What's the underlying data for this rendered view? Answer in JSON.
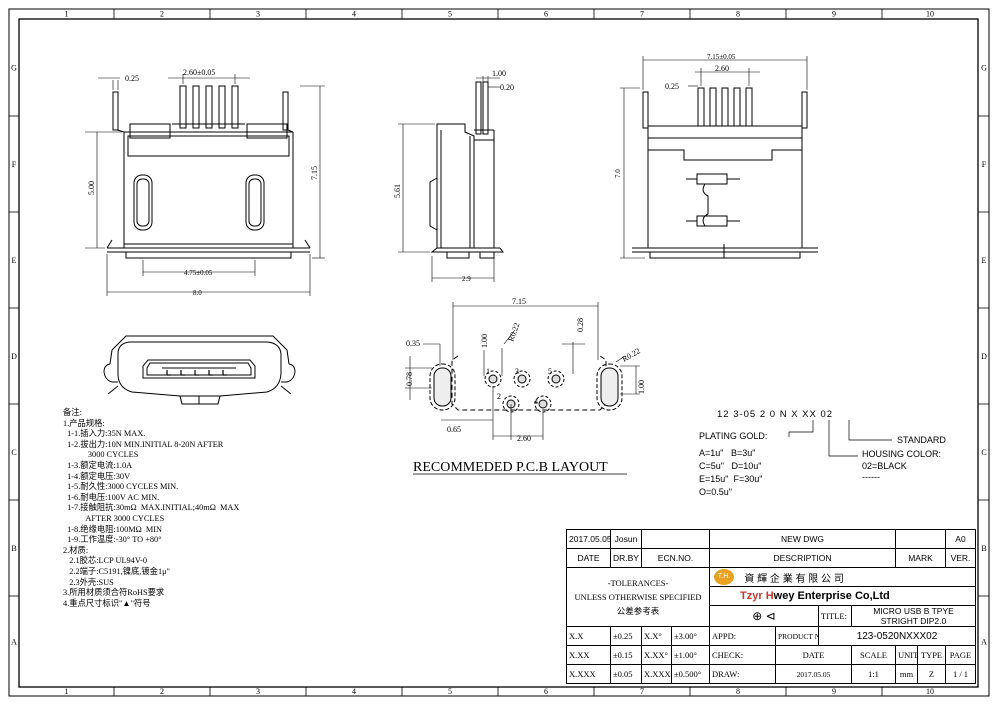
{
  "grid": {
    "columns": [
      "1",
      "2",
      "3",
      "4",
      "5",
      "6",
      "7",
      "8",
      "9",
      "10"
    ],
    "rows": [
      "G",
      "F",
      "E",
      "D",
      "C",
      "B",
      "A"
    ]
  },
  "top_view": {
    "dim_pitch": "2.60±0.05",
    "dim_pin": "0.25",
    "dim_height": "5.00",
    "dim_total_h": "7.15",
    "dim_slot": "4.75±0.05",
    "dim_width": "8.0"
  },
  "side_view": {
    "dim_100": "1.00",
    "dim_020": "0.20",
    "dim_561": "5.61",
    "dim_29": "2.9"
  },
  "right_view": {
    "dim_715": "7.15±0.05",
    "dim_260": "2.60",
    "dim_025": "0.25",
    "dim_70": "7.0"
  },
  "pcb_layout": {
    "title": "RECOMMEDED P.C.B LAYOUT",
    "dim_715": "7.15",
    "dim_035": "0.35",
    "dim_100": "1.00",
    "dim_r022a": "R0.22",
    "dim_028": "0.28",
    "dim_r022b": "R0.22",
    "dim_078": "0.78",
    "dim_100b": "1.00",
    "dim_065": "0.65",
    "dim_260": "2.60",
    "pins": [
      "1",
      "2",
      "3",
      "4",
      "5"
    ]
  },
  "part_code": {
    "code": "12 3-05 2 0 N X XX 02",
    "plating_label": "PLATING GOLD:",
    "standard_label": "STANDARD",
    "housing_label": "HOUSING COLOR:",
    "housing_value": "02=BLACK",
    "dashes": "------",
    "plating_options": [
      "A=1u\"   B=3u\"",
      "C=5u\"   D=10u\"",
      "E=15u\"  F=30u\"",
      "O=0.5u\""
    ]
  },
  "notes": [
    "备注:",
    "1.产品规格:",
    "  1-1.插入力:35N MAX.",
    "  1-2.拔出力:10N MIN.INITIAL 8-20N AFTER",
    "            3000 CYCLES",
    "  1-3.额定电流:1.0A",
    "  1-4.额定电压:30V",
    "  1-5.耐久性:3000 CYCLES MIN.",
    "  1-6.耐电压:100V AC MIN.",
    "  1-7.接触阻抗:30mΩ  MAX.INITIAL;40mΩ  MAX",
    "           AFTER 3000 CYCLES",
    "  1-8.绝缘电阻:100MΩ  MIN",
    "  1-9.工作温度:-30° TO +80°",
    "2.材质:",
    "   2.1胶芯:LCP UL94V-0",
    "   2.2端子:C5191,镍底,镀金1μ\"",
    "   2.3外壳:SUS",
    "3.所用材质须合符RoHS要求",
    "4.重点尺寸标识\"▲\"符号"
  ],
  "title_block": {
    "date_value": "2017.05.05",
    "drawn_by": "Josun",
    "new_dwg": "NEW DWG",
    "version": "A0",
    "h_date": "DATE",
    "h_drby": "DR.BY",
    "h_ecn": "ECN.NO.",
    "h_desc": "DESCRIPTION",
    "h_mark": "MARK",
    "h_ver": "VER.",
    "tol_1": "-TOLERANCES-",
    "tol_2": "UNLESS OTHERWISE SPECIFIED",
    "tol_3": "公差参考表",
    "company_cn": "資 輝 企 業 有 限 公 司",
    "company_logo": "T.H.",
    "company_en_1": "Tzyr ",
    "company_en_h": "H",
    "company_en_2": "wey Enterprise Co,Ltd",
    "title_label": "TITLE:",
    "title_value_1": "MICRO USB B TPYE",
    "title_value_2": "STRIGHT DIP2.0",
    "tol_rows": [
      {
        "a": "X.X",
        "b": "±0.25",
        "c": "X.X°",
        "d": "±3.00°",
        "e": "APPD:"
      },
      {
        "a": "X.XX",
        "b": "±0.15",
        "c": "X.XX°",
        "d": "±1.00°",
        "e": "CHECK:"
      },
      {
        "a": "X.XXX",
        "b": "±0.05",
        "c": "X.XXX°",
        "d": "±0.500°",
        "e": "DRAW:"
      }
    ],
    "product_no_label": "PRODUCT NO:",
    "product_no": "123-0520NXXX02",
    "h_scale": "SCALE",
    "h_unit": "UNIT",
    "h_type": "TYPE",
    "h_page": "PAGE",
    "foot_date": "2017.05.05",
    "foot_scale": "1:1",
    "foot_unit": "mm",
    "foot_type": "Z",
    "foot_page": "1 / 1"
  }
}
